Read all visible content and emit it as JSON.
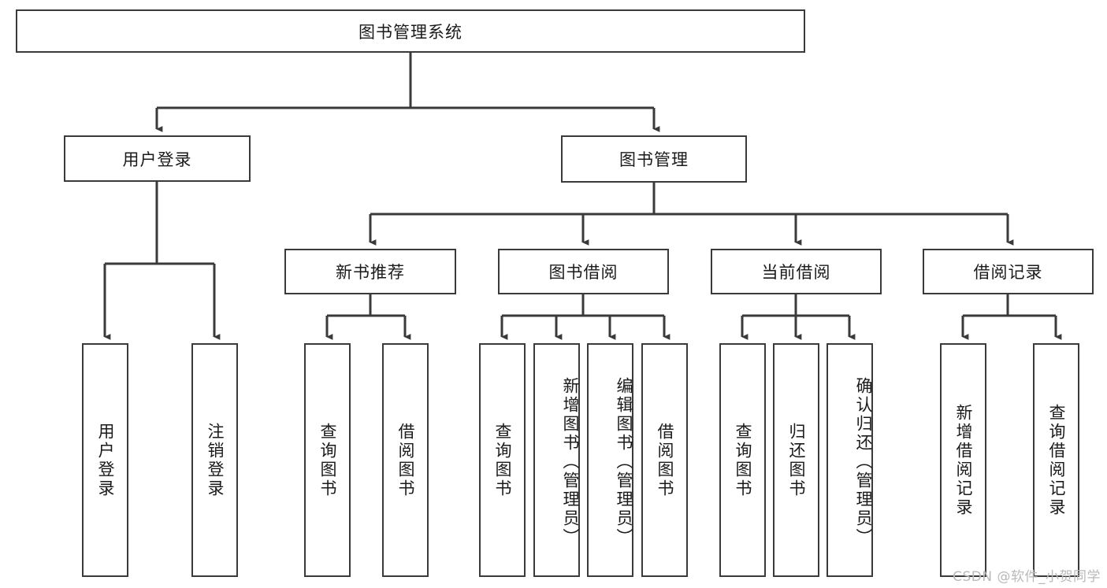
{
  "diagram": {
    "type": "tree-hierarchy",
    "title": "图书管理系统",
    "watermark": "CSDN @软件_小贺同学",
    "colors": {
      "stroke": "#3a3a3a",
      "fill": "#ffffff",
      "text": "#1a1a1a",
      "watermark": "#b9b9b9"
    },
    "nodes": {
      "root": "图书管理系统",
      "level1": {
        "user_login": "用户登录",
        "book_manage": "图书管理"
      },
      "level2": {
        "new_book_rec": "新书推荐",
        "book_borrow": "图书借阅",
        "current_borrow": "当前借阅",
        "borrow_record": "借阅记录"
      },
      "leaves": {
        "user_login_1": "用户登录",
        "user_login_2": "注销登录",
        "new_book_rec_1": "查询图书",
        "new_book_rec_2": "借阅图书",
        "book_borrow_1": "查询图书",
        "book_borrow_2": "新增图书（管理员）",
        "book_borrow_3": "编辑图书（管理员）",
        "book_borrow_4": "借阅图书",
        "current_borrow_1": "查询图书",
        "current_borrow_2": "归还图书",
        "current_borrow_3": "确认归还（管理员）",
        "borrow_record_1": "新增借阅记录",
        "borrow_record_2": "查询借阅记录"
      }
    }
  }
}
